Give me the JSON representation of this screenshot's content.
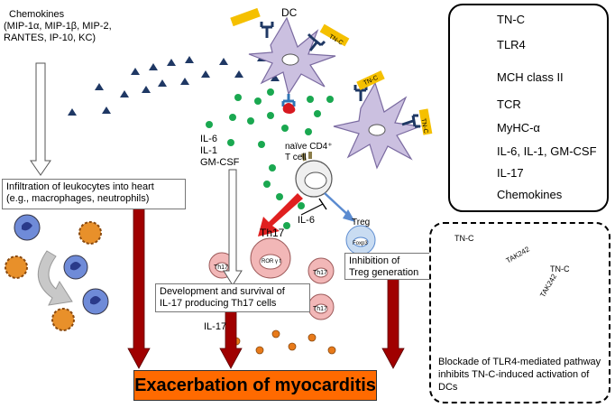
{
  "chemokines_label": {
    "title": "Chemokines",
    "line1": "(MIP-1α, MIP-1β, MIP-2,",
    "line2": "RANTES, IP-10, KC)"
  },
  "dc_label": "DC",
  "tnc_tag": "TN-C",
  "cytokines_label": {
    "l1": "IL-6",
    "l2": "IL-1",
    "l3": "GM-CSF"
  },
  "naive_label": {
    "l1": "naïve CD4⁺",
    "l2": "T cell"
  },
  "th17_label": "Th17",
  "ror_label": "ROR γ t",
  "foxp3_label": "Foxp3",
  "treg_label": "Treg",
  "il6_label": "IL-6",
  "il17_label": "IL-17",
  "infiltration_box": {
    "l1": "Infiltration of leukocytes into heart",
    "l2": "(e.g., macrophages, neutrophils)"
  },
  "development_box": {
    "l1": "Development and survival of",
    "l2": "IL-17 producing Th17 cells"
  },
  "inhibition_box": {
    "l1": "Inhibition of",
    "l2": "Treg generation"
  },
  "outcome": "Exacerbation of myocarditis",
  "legend": [
    {
      "icon": "tnc-icon",
      "label": "TN-C"
    },
    {
      "icon": "tlr4-icon",
      "label": "TLR4"
    },
    {
      "icon": "mhc-icon",
      "label": "MCH class II"
    },
    {
      "icon": "tcr-icon",
      "label": "TCR"
    },
    {
      "icon": "myhc-icon",
      "label": "MyHC-α"
    },
    {
      "icon": "green-dot-icon",
      "label": "IL-6, IL-1, GM-CSF"
    },
    {
      "icon": "orange-dot-icon",
      "label": "IL-17"
    },
    {
      "icon": "triangle-icon",
      "label": "Chemokines"
    }
  ],
  "inset": {
    "tak_label": "TAK242",
    "text": "Blockade of TLR4-mediated pathway inhibits TN-C-induced activation of DCs"
  },
  "colors": {
    "tnc": "#f5c000",
    "tlr4": "#1f3864",
    "mhc": "#2e75b6",
    "dc": "#cbc0e0",
    "green": "#1aa850",
    "orange": "#e87a1a",
    "arrow_red": "#a00000",
    "bright_red": "#e02020",
    "outcome_bg": "#ff6a00"
  }
}
